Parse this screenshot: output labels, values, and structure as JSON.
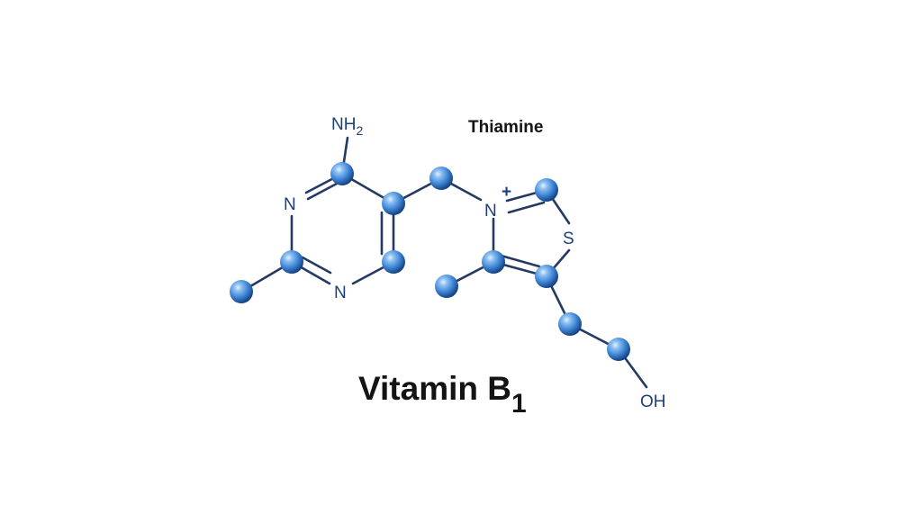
{
  "title": "Thiamine",
  "caption": {
    "main": "Vitamin B",
    "subscript": "1"
  },
  "atom_labels": {
    "amino": "NH",
    "amino_subscript": "2",
    "ring_n1": "N",
    "ring_n3": "N",
    "thiazole_n": "N",
    "thiazole_charge": "+",
    "sulfur": "S",
    "hydroxyl": "OH"
  },
  "colors": {
    "atom_sphere": "#3f86d6",
    "atom_highlight": "#cfe6ff",
    "atom_shadow": "#123f7e",
    "bond": "#243a63",
    "label": "#1c3f78",
    "text": "#141414",
    "background": "#ffffff"
  }
}
